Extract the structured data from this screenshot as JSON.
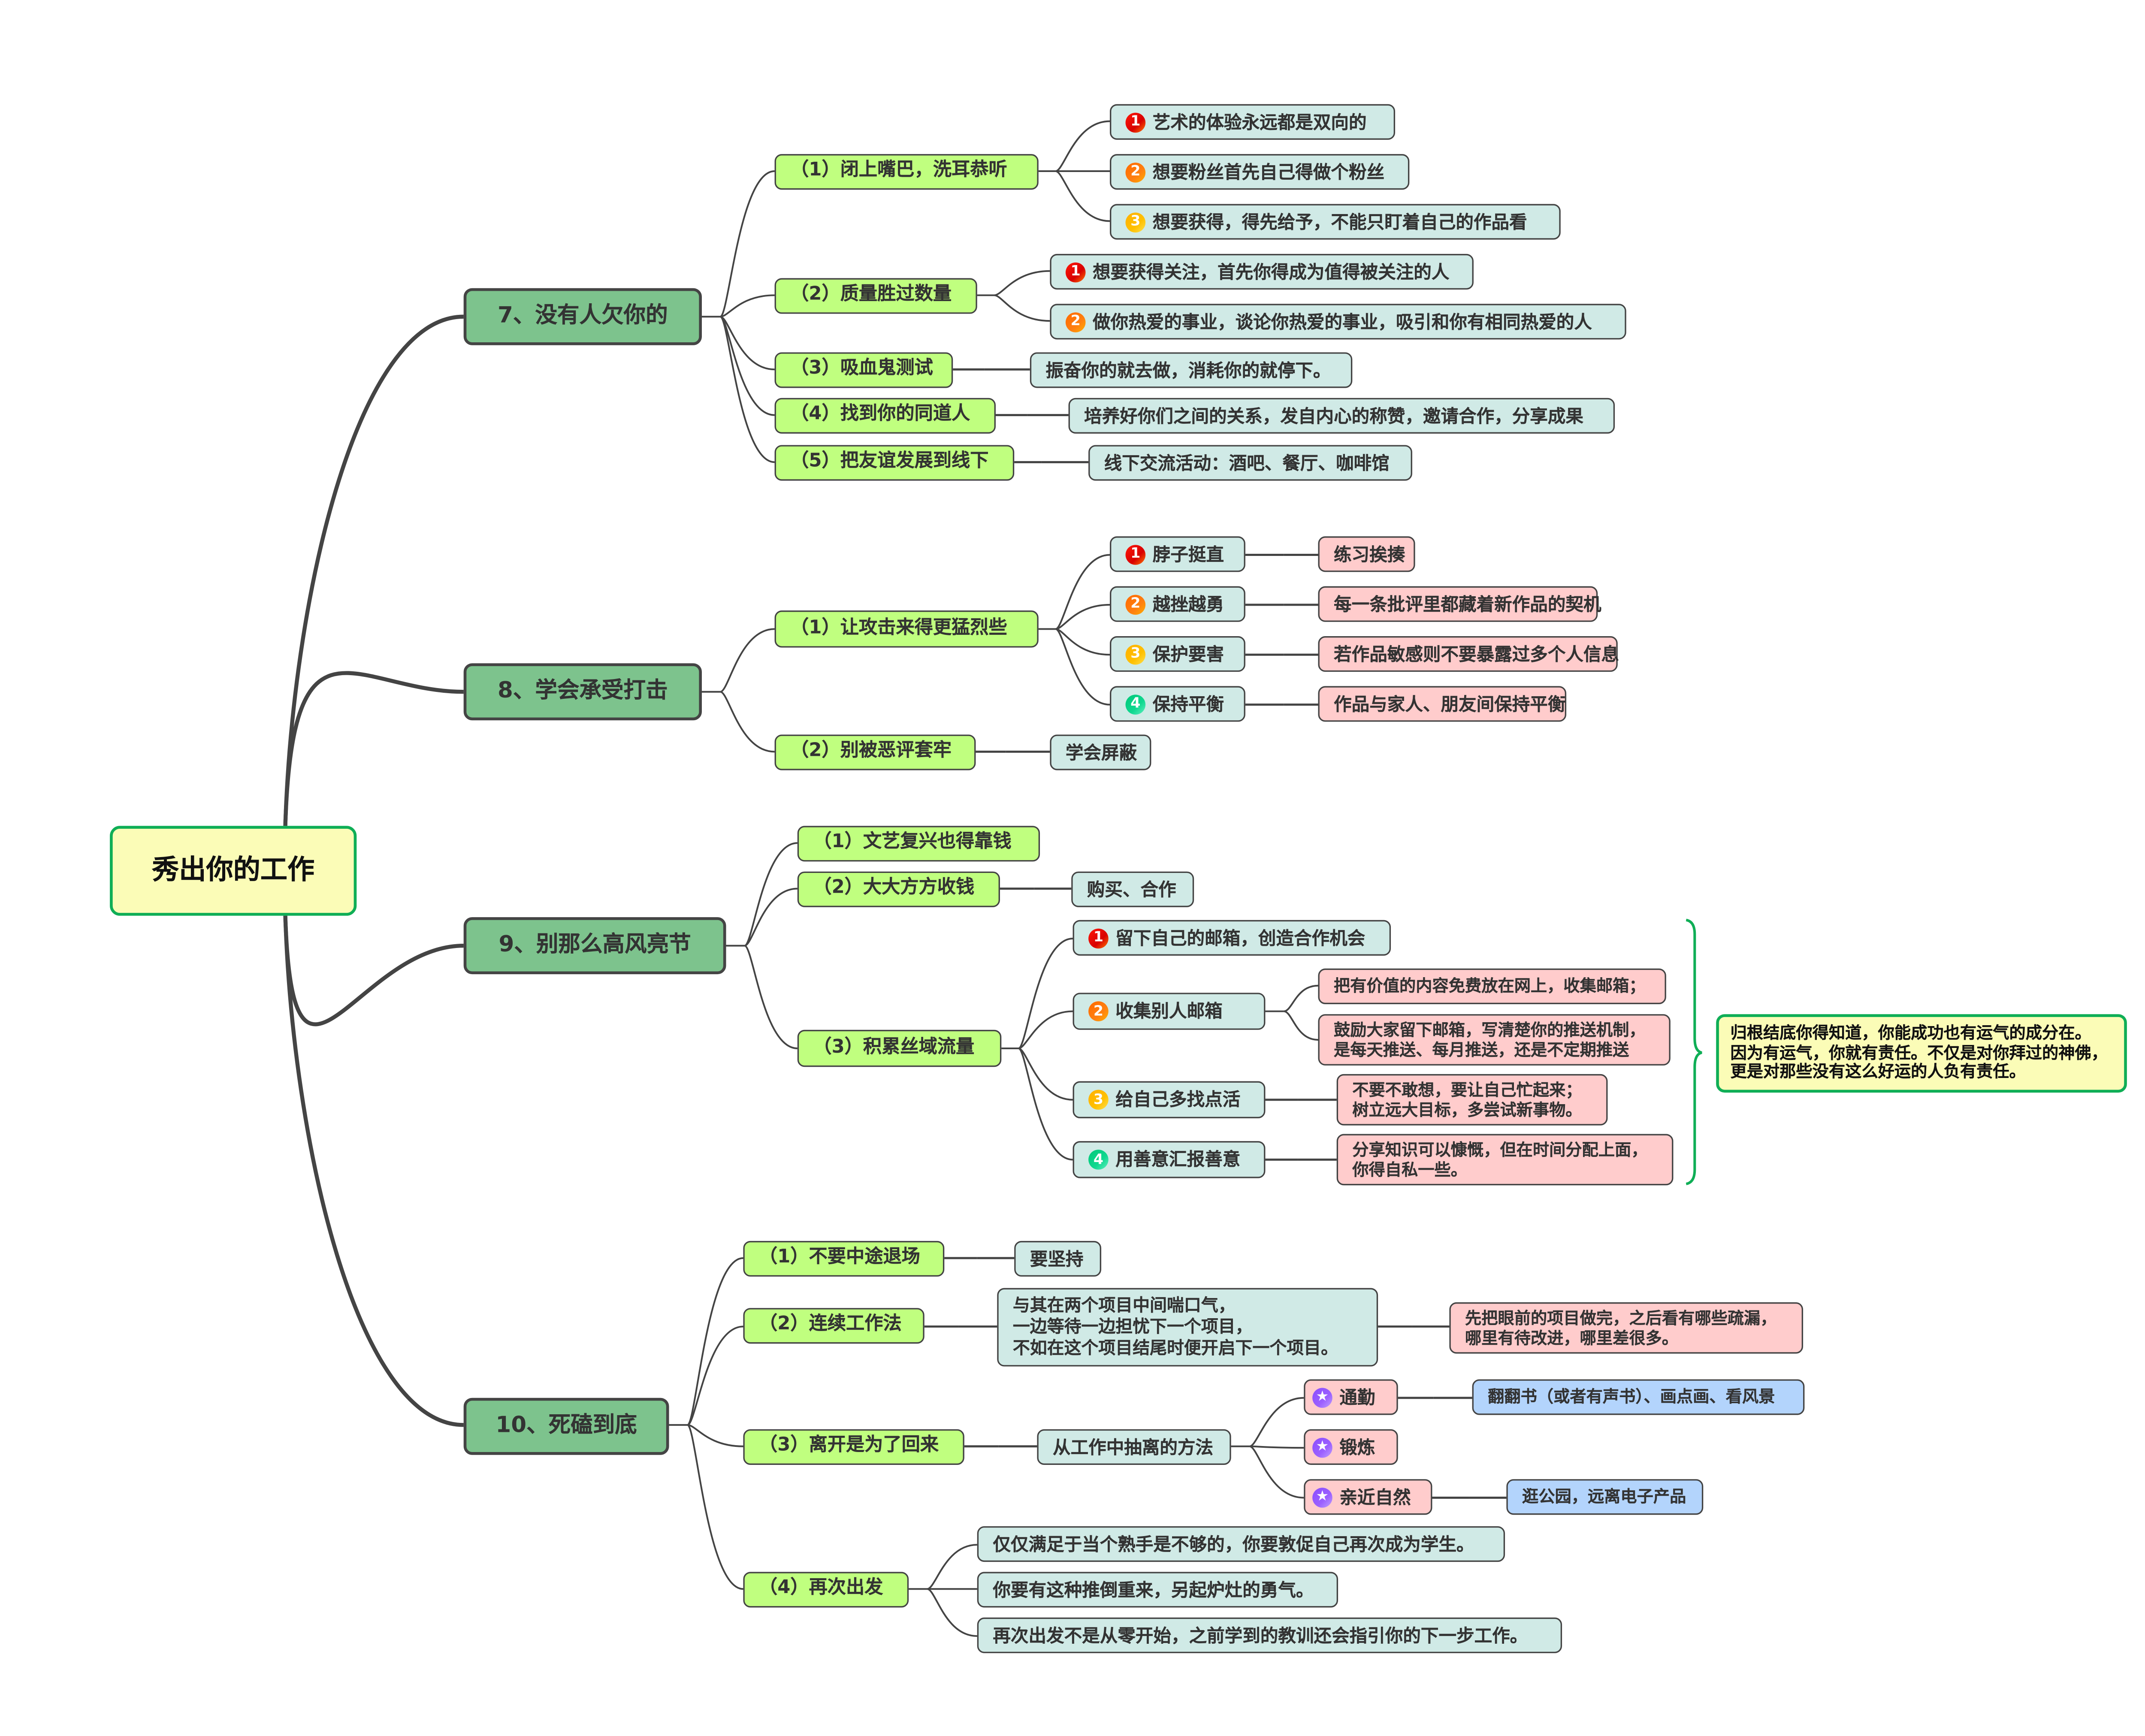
{
  "root": {
    "label": "秀出你的工作"
  },
  "colors": {
    "root_fill": "#fbfcb7",
    "root_border": "#0fae56",
    "main_fill": "#7dc38d",
    "sub_fill": "#c0ff7f",
    "leaf_fill": "#d0eae6",
    "pink_fill": "#ffcccc",
    "blue_fill": "#b3d4fc",
    "line": "#444444",
    "brace": "#0fae56"
  },
  "branches": [
    {
      "label": "7、没有人欠你的",
      "children": [
        {
          "label": "（1）闭上嘴巴，洗耳恭听",
          "children": [
            {
              "marker": "1",
              "label": "艺术的体验永远都是双向的"
            },
            {
              "marker": "2",
              "label": "想要粉丝首先自己得做个粉丝"
            },
            {
              "marker": "3",
              "label": "想要获得，得先给予，不能只盯着自己的作品看"
            }
          ]
        },
        {
          "label": "（2）质量胜过数量",
          "children": [
            {
              "marker": "1",
              "label": "想要获得关注，首先你得成为值得被关注的人"
            },
            {
              "marker": "2",
              "label": "做你热爱的事业，谈论你热爱的事业，吸引和你有相同热爱的人"
            }
          ]
        },
        {
          "label": "（3）吸血鬼测试",
          "children": [
            {
              "label": "振奋你的就去做，消耗你的就停下。"
            }
          ]
        },
        {
          "label": "（4）找到你的同道人",
          "children": [
            {
              "label": "培养好你们之间的关系，发自内心的称赞，邀请合作，分享成果"
            }
          ]
        },
        {
          "label": "（5）把友谊发展到线下",
          "children": [
            {
              "label": "线下交流活动：酒吧、餐厅、咖啡馆"
            }
          ]
        }
      ]
    },
    {
      "label": "8、学会承受打击",
      "children": [
        {
          "label": "（1）让攻击来得更猛烈些",
          "children": [
            {
              "marker": "1",
              "label": "脖子挺直",
              "children": [
                {
                  "label": "练习挨揍"
                }
              ]
            },
            {
              "marker": "2",
              "label": "越挫越勇",
              "children": [
                {
                  "label": "每一条批评里都藏着新作品的契机"
                }
              ]
            },
            {
              "marker": "3",
              "label": "保护要害",
              "children": [
                {
                  "label": "若作品敏感则不要暴露过多个人信息"
                }
              ]
            },
            {
              "marker": "4",
              "label": "保持平衡",
              "children": [
                {
                  "label": "作品与家人、朋友间保持平衡"
                }
              ]
            }
          ]
        },
        {
          "label": "（2）别被恶评套牢",
          "children": [
            {
              "label": "学会屏蔽"
            }
          ]
        }
      ]
    },
    {
      "label": "9、别那么高风亮节",
      "children": [
        {
          "label": "（1）文艺复兴也得靠钱"
        },
        {
          "label": "（2）大大方方收钱",
          "children": [
            {
              "label": "购买、合作"
            }
          ]
        },
        {
          "label": "（3）积累丝域流量",
          "children": [
            {
              "marker": "1",
              "label": "留下自己的邮箱，创造合作机会"
            },
            {
              "marker": "2",
              "label": "收集别人邮箱",
              "children": [
                {
                  "label": "把有价值的内容免费放在网上，收集邮箱；"
                },
                {
                  "label": "鼓励大家留下邮箱，写清楚你的推送机制，\n是每天推送、每月推送，还是不定期推送"
                }
              ]
            },
            {
              "marker": "3",
              "label": "给自己多找点活",
              "children": [
                {
                  "label": "不要不敢想，要让自己忙起来；\n树立远大目标，多尝试新事物。"
                }
              ]
            },
            {
              "marker": "4",
              "label": "用善意汇报善意",
              "children": [
                {
                  "label": "分享知识可以慷慨，但在时间分配上面，\n你得自私一些。"
                }
              ]
            }
          ]
        }
      ],
      "summary": "归根结底你得知道，你能成功也有运气的成分在。\n因为有运气，你就有责任。不仅是对你拜过的神佛，\n更是对那些没有这么好运的人负有责任。"
    },
    {
      "label": "10、死磕到底",
      "children": [
        {
          "label": "（1）不要中途退场",
          "children": [
            {
              "label": "要坚持"
            }
          ]
        },
        {
          "label": "（2）连续工作法",
          "children": [
            {
              "label": "与其在两个项目中间喘口气，\n一边等待一边担忧下一个项目，\n不如在这个项目结尾时便开启下一个项目。",
              "children": [
                {
                  "label": "先把眼前的项目做完，之后看有哪些疏漏，\n哪里有待改进，哪里差很多。"
                }
              ]
            }
          ]
        },
        {
          "label": "（3）离开是为了回来",
          "children": [
            {
              "label": "从工作中抽离的方法",
              "children": [
                {
                  "marker": "star",
                  "label": "通勤",
                  "children": [
                    {
                      "label": "翻翻书（或者有声书）、画点画、看风景"
                    }
                  ]
                },
                {
                  "marker": "star",
                  "label": "锻炼"
                },
                {
                  "marker": "star",
                  "label": "亲近自然",
                  "children": [
                    {
                      "label": "逛公园，远离电子产品"
                    }
                  ]
                }
              ]
            }
          ]
        },
        {
          "label": "（4）再次出发",
          "children": [
            {
              "label": "仅仅满足于当个熟手是不够的，你要敦促自己再次成为学生。"
            },
            {
              "label": "你要有这种推倒重来，另起炉灶的勇气。"
            },
            {
              "label": "再次出发不是从零开始，之前学到的教训还会指引你的下一步工作。"
            }
          ]
        }
      ]
    }
  ],
  "icons": {
    "numbered": "priority-number-icon",
    "star": "star-icon"
  }
}
